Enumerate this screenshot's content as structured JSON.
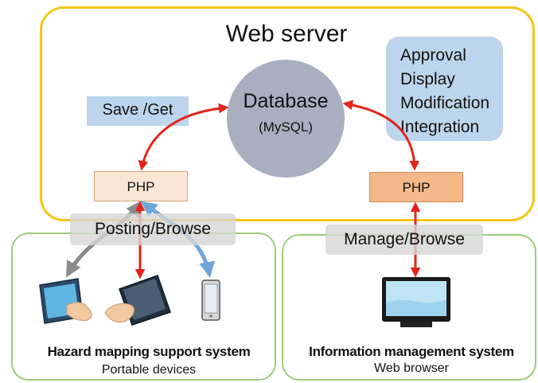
{
  "web_server": {
    "title": "Web server"
  },
  "database": {
    "label": "Database",
    "sub": "(MySQL)"
  },
  "save_get": {
    "label": "Save /Get"
  },
  "operations": [
    "Approval",
    "Display",
    "Modification",
    "Integration"
  ],
  "php_left": {
    "label": "PHP"
  },
  "php_right": {
    "label": "PHP"
  },
  "posting": {
    "label": "Posting/Browse"
  },
  "manage": {
    "label": "Manage/Browse"
  },
  "hazard_system": {
    "title": "Hazard mapping support system",
    "sub": "Portable devices"
  },
  "info_system": {
    "title": "Information management system",
    "sub": "Web browser"
  },
  "colors": {
    "server_border": "#f5c518",
    "system_border": "#9ccb7c",
    "arrow_red": "#e3241b",
    "arrow_gray": "#8c8c8c",
    "arrow_blue": "#6ea6d8",
    "database_fill": "#a9aec1",
    "label_fill": "#bcd5ec"
  },
  "devices": [
    "tablet-touch-icon",
    "tablet-hand-icon",
    "smartphone-icon",
    "monitor-icon"
  ]
}
